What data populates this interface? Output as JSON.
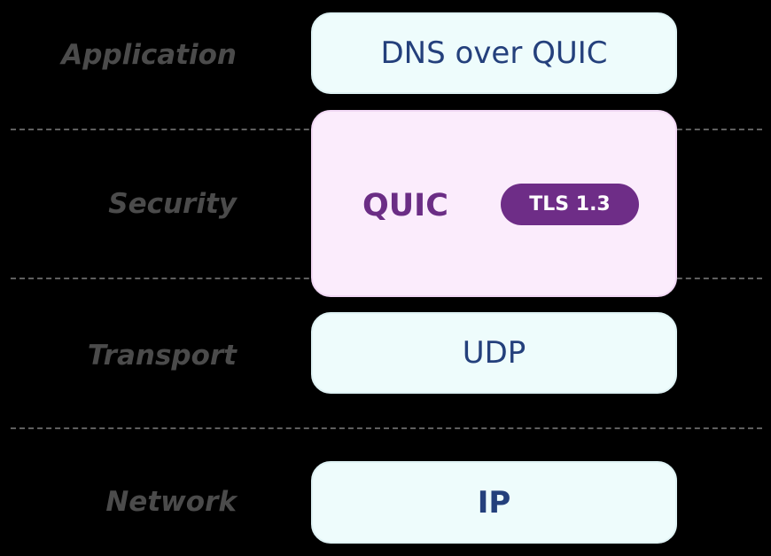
{
  "layers": {
    "application": "Application",
    "security": "Security",
    "transport": "Transport",
    "network": "Network"
  },
  "blocks": {
    "dns_over_quic": "DNS over QUIC",
    "quic": "QUIC",
    "tls": "TLS 1.3",
    "udp": "UDP",
    "ip": "IP"
  },
  "colors": {
    "background": "#000000",
    "layer_label": "#4b4b4b",
    "light_block_fill": "#eefcfc",
    "light_block_text": "#24407c",
    "quic_block_fill": "#fbecfc",
    "quic_text": "#6b2d85",
    "tls_pill_fill": "#6e2d87",
    "tls_text": "#ffffff",
    "divider": "#5f5f5f"
  }
}
